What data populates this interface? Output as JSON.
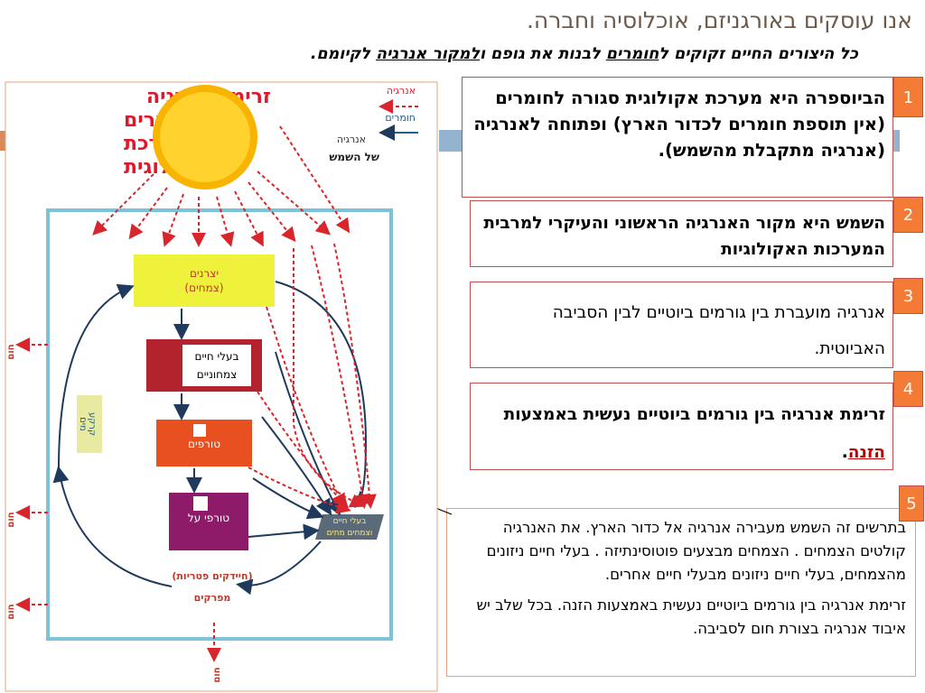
{
  "header": {
    "title": "אנו עוסקים באורגניזם, אוכלוסיה וחברה.",
    "subtitle_a": "כל היצורים החיים זקוקים ל",
    "subtitle_b": "חומרים",
    "subtitle_c": " לבנות את גופם ו",
    "subtitle_d": "למקור אנרגיה",
    "subtitle_e": " לקיומם."
  },
  "cards": {
    "c1": {
      "number": "1",
      "text": "הביוספרה היא מערכת אקולוגית סגורה לחומרים (אין תוספת חומרים לכדור הארץ) ופתוחה לאנרגיה (אנרגיה מתקבלת מהשמש)."
    },
    "c2": {
      "number": "2",
      "text": "השמש היא מקור האנרגיה הראשוני והעיקרי למרבית המערכות האקולוגיות"
    },
    "c3": {
      "number": "3",
      "text": "אנרגיה מועברת בין גורמים ביוטיים לבין הסביבה האביוטית."
    },
    "c4": {
      "number": "4",
      "text_a": "זרימת אנרגיה בין גורמים ביוטיים נעשית באמצעות ",
      "text_b": "הזנה",
      "text_c": "."
    },
    "c5": {
      "number": "5",
      "p1": "בתרשים זה השמש מעבירה אנרגיה אל כדור הארץ. את האנרגיה קולטים הצמחים . הצמחים מבצעים פוטוסינתיזה . בעלי חיים ניזונים מהצמחים, בעלי חיים ניזונים מבעלי חיים אחרים.",
      "p2": "זרימת אנרגיה בין גורמים ביוטיים נעשית באמצעות הזנה. בכל שלב יש איבוד אנרגיה בצורת חום לסביבה."
    }
  },
  "diagram": {
    "title_line1": "זרימת אנרגיה",
    "title_line2": "וחומרים",
    "title_line3": "במערכת",
    "title_line4": "אקולוגית",
    "legend_energy": "אנרגיה",
    "legend_matter": "חומרים",
    "sun_label_1": "אנרגיה",
    "sun_label_2": "של השמש",
    "producers_1": "יצרנים",
    "producers_2": "(צמחים)",
    "herbivores_1": "בעלי חיים",
    "herbivores_2": "צמחוניים",
    "predators": "טורפים",
    "top_predators": "טורפי על",
    "dead": "בעלי חיים",
    "dead_2": "וצמחים מתים",
    "decomposers_1": "(חיידקים פטריות)",
    "decomposers_2": "מפרקים",
    "soil_1": "קרקע",
    "soil_2": "מים",
    "heat": "חום",
    "colors": {
      "energy": "#d9262c",
      "matter": "#1f5f8b",
      "producers": "#eef23a",
      "herbivores": "#b3232e",
      "predators": "#e8501f",
      "top": "#8e1b6a",
      "frame": "#7bc4d8",
      "title": "#e0162b"
    }
  }
}
